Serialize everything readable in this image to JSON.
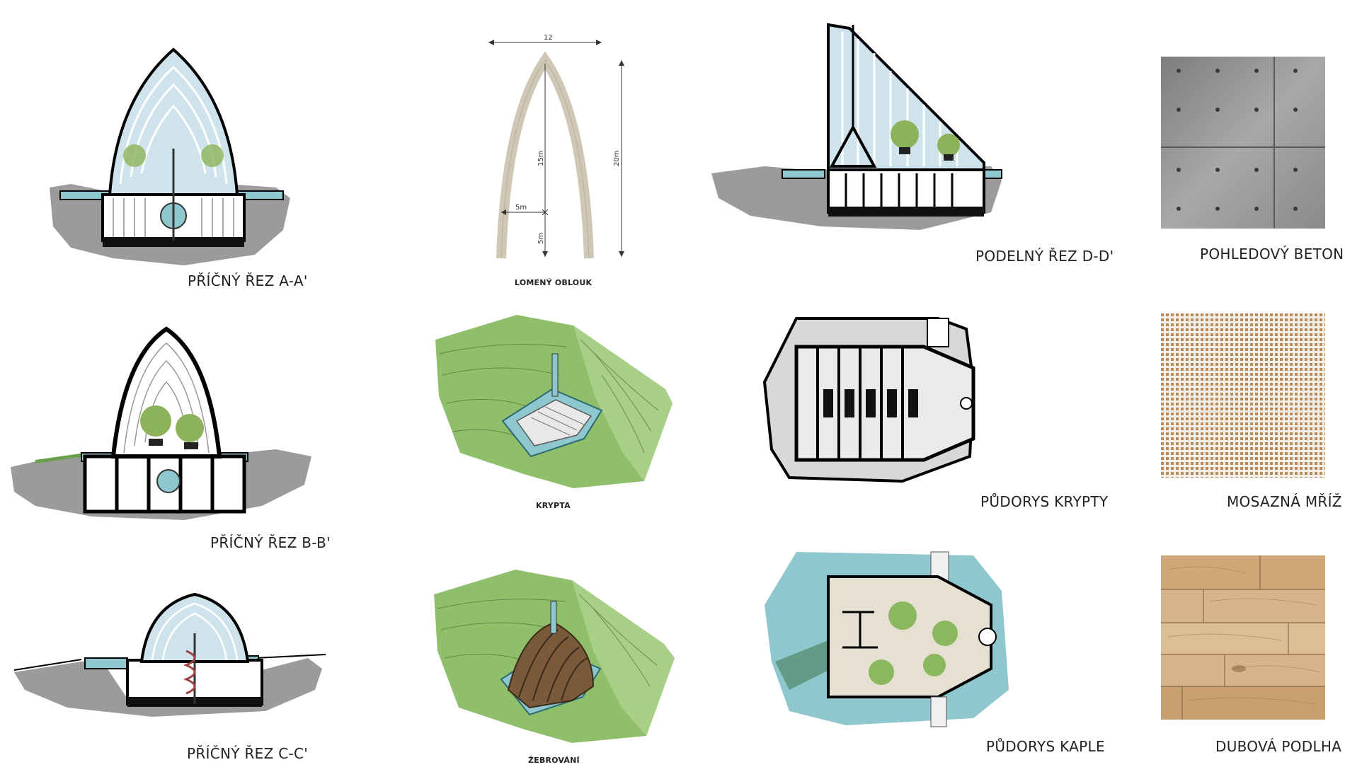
{
  "captions": {
    "section_a": "PŘÍČNÝ ŘEZ A-A'",
    "section_b": "PŘÍČNÝ ŘEZ B-B'",
    "section_c": "PŘÍČNÝ ŘEZ C-C'",
    "arch": "LOMENÝ OBLOUK",
    "crypt_iso": "KRYPTA",
    "ribbing_iso": "ŽEBROVÁNÍ",
    "section_d": "PODELNÝ ŘEZ D-D'",
    "crypt_plan": "PŮDORYS KRYPTY",
    "chapel_plan": "PŮDORYS KAPLE",
    "concrete": "POHLEDOVÝ BETON",
    "brass": "MOSAZNÁ MŘÍŽ",
    "oak": "DUBOVÁ PODLHA"
  },
  "arch_dims": {
    "width": "12",
    "upper_height": "15m",
    "total_height": "20m",
    "half_width": "5m",
    "lower_height": "5m"
  },
  "colors": {
    "glass": "#cfe3ec",
    "water": "#8fc7cf",
    "soil": "#8a8a8a",
    "terrain": "#8fbf6a",
    "concrete": "#9c9c9c",
    "brass": "#c8a27a",
    "oak": "#d7b48a",
    "tree": "#8cb35a"
  }
}
